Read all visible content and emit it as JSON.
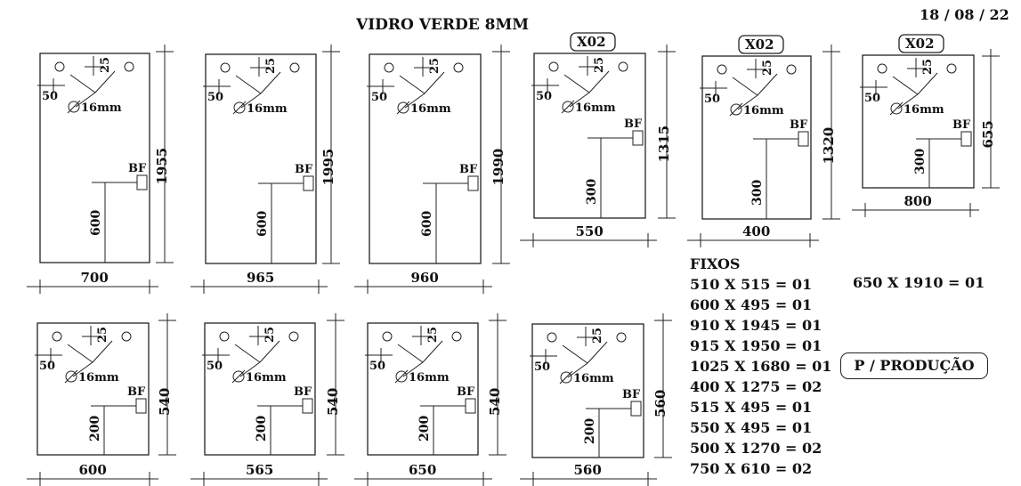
{
  "header": {
    "title": "VIDRO VERDE 8MM",
    "date": "18 / 08 / 22"
  },
  "annotations": {
    "hole_diameter": "16mm",
    "hole_offset_x": "50",
    "hole_offset_y": "25",
    "hinge_mark": "BF"
  },
  "panels": [
    {
      "width": "700",
      "height": "1955",
      "offset": "600",
      "qty": ""
    },
    {
      "width": "965",
      "height": "1995",
      "offset": "600",
      "qty": ""
    },
    {
      "width": "960",
      "height": "1990",
      "offset": "600",
      "qty": ""
    },
    {
      "width": "550",
      "height": "1315",
      "offset": "300",
      "qty": "X02"
    },
    {
      "width": "400",
      "height": "1320",
      "offset": "300",
      "qty": "X02"
    },
    {
      "width": "800",
      "height": "655",
      "offset": "300",
      "qty": "X02"
    },
    {
      "width": "600",
      "height": "540",
      "offset": "200",
      "qty": ""
    },
    {
      "width": "565",
      "height": "540",
      "offset": "200",
      "qty": ""
    },
    {
      "width": "650",
      "height": "540",
      "offset": "200",
      "qty": ""
    },
    {
      "width": "560",
      "height": "560",
      "offset": "200",
      "qty": ""
    }
  ],
  "fixos": {
    "heading": "FIXOS",
    "items": [
      "510 X 515 = 01",
      "600 X 495 = 01",
      "910 X 1945 = 01",
      "915 X 1950 = 01",
      "1025 X 1680 = 01",
      "400 X 1275 = 02",
      "515 X 495 = 01",
      "550 X 495 = 01",
      "500 X 1270 = 02",
      "750 X 610 = 02"
    ],
    "extra": "650 X 1910 = 01"
  },
  "production_note": "P / PRODUÇÃO"
}
